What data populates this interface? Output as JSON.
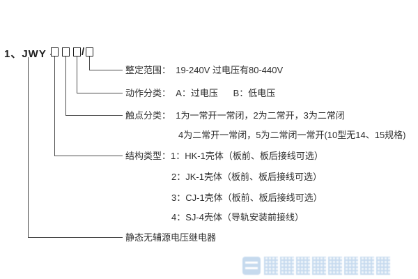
{
  "title": {
    "prefix": "1、JWY - ",
    "slash": "/"
  },
  "rows": {
    "setting_range": "整定范围：  19-240V 过电压有80-440V",
    "action_class": "动作分类：  A：过电压      B：低电压",
    "contact_class_1": "触点分类：  1为一常开一常闭，2为二常开，3为二常闭",
    "contact_class_2": "4为二常开一常闭，5为二常闭一常开(10型无14、15规格)",
    "structure_1": "结构类型：1：HK-1壳体（板前、板后接线可选）",
    "structure_2": "2：JK-1壳体（板前、板后接线可选）",
    "structure_3": "3：CJ-1壳体（板前、板后接线可选）",
    "structure_4": "4：SJ-4壳体（导轨安装前接线）",
    "product_name": "静态无辅源电压继电器"
  }
}
